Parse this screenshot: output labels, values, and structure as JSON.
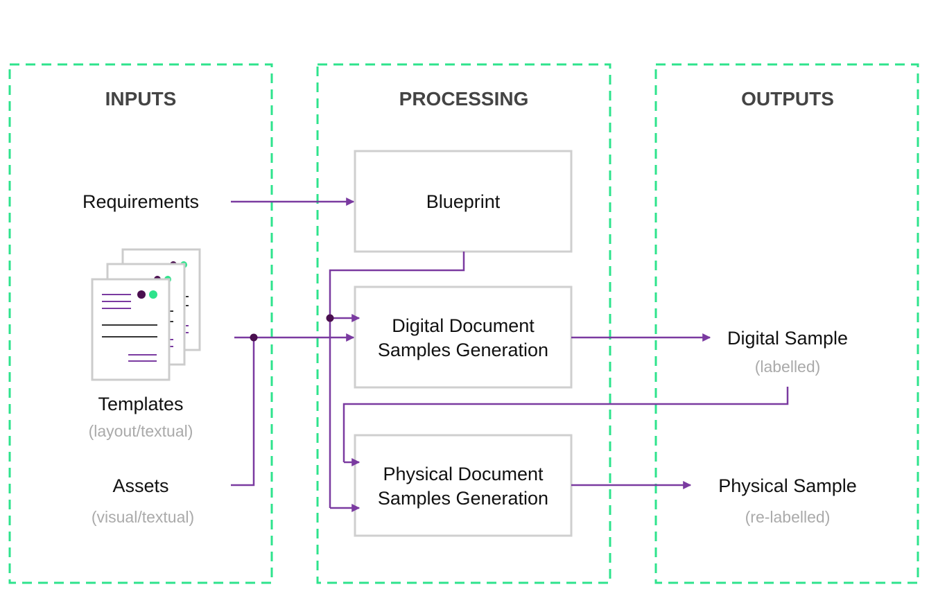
{
  "sections": {
    "inputs": "INPUTS",
    "processing": "PROCESSING",
    "outputs": "OUTPUTS"
  },
  "inputs": {
    "requirements": "Requirements",
    "templates": "Templates",
    "templates_sub": "(layout/textual)",
    "assets": "Assets",
    "assets_sub": "(visual/textual)"
  },
  "processing": {
    "blueprint": "Blueprint",
    "digital_line1": "Digital Document",
    "digital_line2": "Samples Generation",
    "physical_line1": "Physical Document",
    "physical_line2": "Samples Generation"
  },
  "outputs": {
    "digital": "Digital Sample",
    "digital_sub": "(labelled)",
    "physical": "Physical Sample",
    "physical_sub": "(re-labelled)"
  },
  "colors": {
    "panel_border": "#2ee38c",
    "flow_arrow": "#7a3aa0",
    "junction_dot": "#4a0f4f",
    "box_border": "#cfcfcf",
    "title_text": "#444444",
    "sub_text": "#aaaaaa"
  },
  "icons": {
    "templates": "stacked-documents-icon"
  }
}
